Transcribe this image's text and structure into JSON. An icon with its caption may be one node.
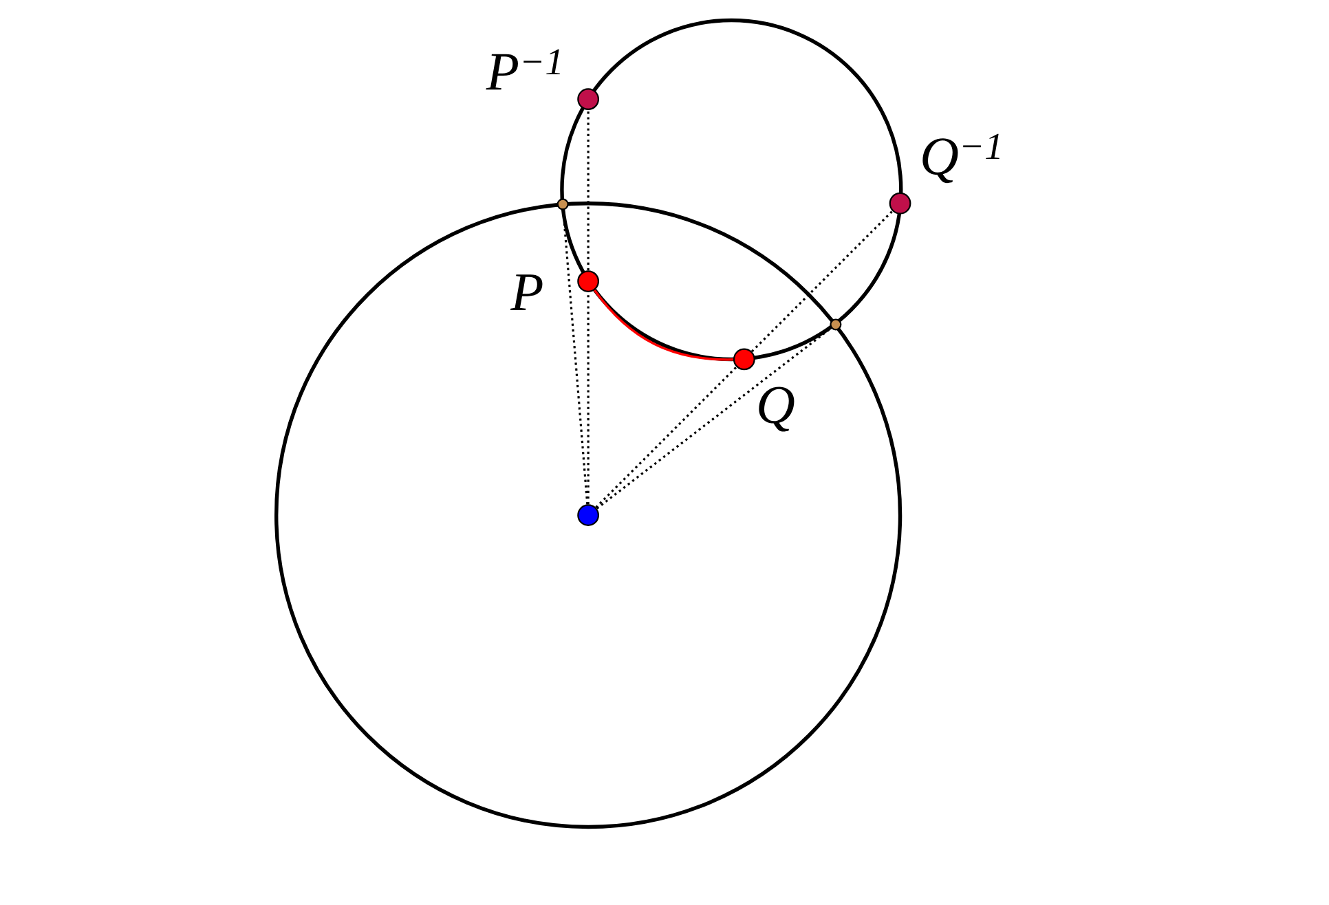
{
  "diagram": {
    "nodes": [
      {
        "text": [],
        "shape": "circle",
        "beside": [
          "P$^{−1}$"
        ]
      },
      {
        "text": [],
        "shape": "circle",
        "beside": [
          "Q$^{−1}$"
        ]
      },
      {
        "text": [],
        "shape": "circle"
      },
      {
        "text": [],
        "shape": "circle",
        "beside": [
          "P"
        ]
      },
      {
        "text": [],
        "shape": "circle"
      },
      {
        "text": [],
        "shape": "circle",
        "beside": [
          "Q"
        ]
      },
      {
        "text": [],
        "shape": "circle"
      }
    ],
    "edges": [
      {
        "from": 6,
        "to": 3,
        "arrow": "none",
        "style": "dashed"
      },
      {
        "from": 3,
        "to": 0,
        "arrow": "none",
        "style": "dashed"
      },
      {
        "from": 6,
        "to": 2,
        "arrow": "none",
        "style": "dashed"
      },
      {
        "from": 6,
        "to": 5,
        "arrow": "none",
        "style": "dashed"
      },
      {
        "from": 5,
        "to": 1,
        "arrow": "none",
        "style": "dashed"
      },
      {
        "from": 6,
        "to": 4,
        "arrow": "none",
        "style": "dashed"
      },
      {
        "from": 3,
        "to": 5,
        "arrow": "none",
        "color": "#ff0000"
      }
    ]
  }
}
